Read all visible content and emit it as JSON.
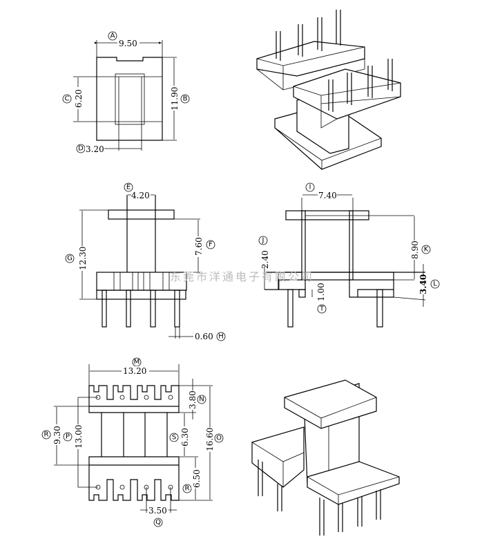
{
  "watermark": "东莞市洋通电子有限公司",
  "dimensions": {
    "A": {
      "label": "A",
      "value": "9.50"
    },
    "B": {
      "label": "B",
      "value": "11.90"
    },
    "C": {
      "label": "C",
      "value": "6.20"
    },
    "D": {
      "label": "D",
      "value": "3.20"
    },
    "E": {
      "label": "E",
      "value": "4.20"
    },
    "F": {
      "label": "F",
      "value": "7.60"
    },
    "G": {
      "label": "G",
      "value": "12.30"
    },
    "H": {
      "label": "H",
      "value": "0.60"
    },
    "I": {
      "label": "I",
      "value": "7.40"
    },
    "J": {
      "label": "J",
      "value": "2.40"
    },
    "K": {
      "label": "K",
      "value": "8.90"
    },
    "L": {
      "label": "L",
      "value": "3.40"
    },
    "T": {
      "label": "T",
      "value": "1.00"
    },
    "M": {
      "label": "M",
      "value": "13.20"
    },
    "N": {
      "label": "N",
      "value": "3.80"
    },
    "O": {
      "label": "O",
      "value": "16.60"
    },
    "R1": {
      "label": "R",
      "value": "9.30"
    },
    "P": {
      "label": "P",
      "value": "13.00"
    },
    "S": {
      "label": "S",
      "value": "6.30"
    },
    "R2": {
      "label": "R",
      "value": "6.50"
    },
    "Q": {
      "label": "Q",
      "value": "3.50"
    }
  }
}
